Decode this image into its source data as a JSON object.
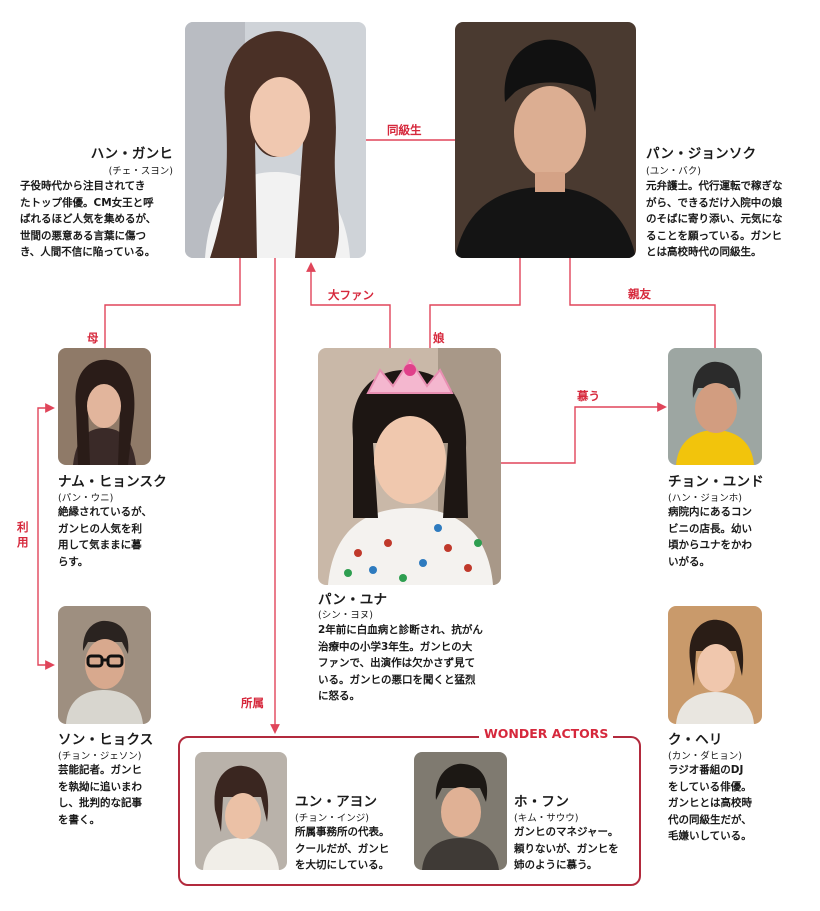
{
  "characters": {
    "han_ganhi": {
      "name": "ハン・ガンヒ",
      "actor": "(チェ・スヨン)",
      "desc": [
        "子役時代から注目されてき",
        "たトップ俳優。CM女王と呼",
        "ばれるほど人気を集めるが、",
        "世間の悪意ある言葉に傷つ",
        "き、人間不信に陥っている。"
      ]
    },
    "pan_jongsok": {
      "name": "パン・ジョンソク",
      "actor": "(ユン・バク)",
      "desc": [
        "元弁護士。代行運転で稼ぎな",
        "がら、できるだけ入院中の娘",
        "のそばに寄り添い、元気にな",
        "ることを願っている。ガンヒ",
        "とは高校時代の同級生。"
      ]
    },
    "nam_hyonsuk": {
      "name": "ナム・ヒョンスク",
      "actor": "(パン・ウニ)",
      "desc": [
        "絶縁されているが、",
        "ガンヒの人気を利",
        "用して気ままに暮",
        "らす。"
      ]
    },
    "pan_yuna": {
      "name": "パン・ユナ",
      "actor": "(シン・ヨヌ)",
      "desc": [
        "2年前に白血病と診断され、抗がん",
        "治療中の小学3年生。ガンヒの大",
        "ファンで、出演作は欠かさず見て",
        "いる。ガンヒの悪口を聞くと猛烈",
        "に怒る。"
      ]
    },
    "chon_yundo": {
      "name": "チョン・ユンド",
      "actor": "(ハン・ジョンホ)",
      "desc": [
        "病院内にあるコン",
        "ビニの店長。幼い",
        "頃からユナをかわ",
        "いがる。"
      ]
    },
    "son_hyokusu": {
      "name": "ソン・ヒョクス",
      "actor": "(チョン・ジェソン)",
      "desc": [
        "芸能記者。ガンヒ",
        "を執拗に追いまわ",
        "し、批判的な記事",
        "を書く。"
      ]
    },
    "ku_heri": {
      "name": "ク・ヘリ",
      "actor": "(カン・ダヒョン)",
      "desc": [
        "ラジオ番組のDJ",
        "をしている俳優。",
        "ガンヒとは高校時",
        "代の同級生だが、",
        "毛嫌いしている。"
      ]
    },
    "yun_ayon": {
      "name": "ユン・アヨン",
      "actor": "(チョン・インジ)",
      "desc": [
        "所属事務所の代表。",
        "クールだが、ガンヒ",
        "を大切にしている。"
      ]
    },
    "ho_fun": {
      "name": "ホ・フン",
      "actor": "(キム・サウウ)",
      "desc": [
        "ガンヒのマネジャー。",
        "頼りないが、ガンヒを",
        "姉のように慕う。"
      ]
    }
  },
  "relations": {
    "classmates": "同級生",
    "big_fan": "大ファン",
    "daughter": "娘",
    "best_friend": "親友",
    "mother": "母",
    "admires": "慕う",
    "uses": "利用",
    "affiliation": "所属"
  },
  "group": {
    "title": "WONDER ACTORS"
  },
  "colors": {
    "accent": "#d6283c",
    "line": "#e0455a",
    "box": "#b22a3d"
  }
}
